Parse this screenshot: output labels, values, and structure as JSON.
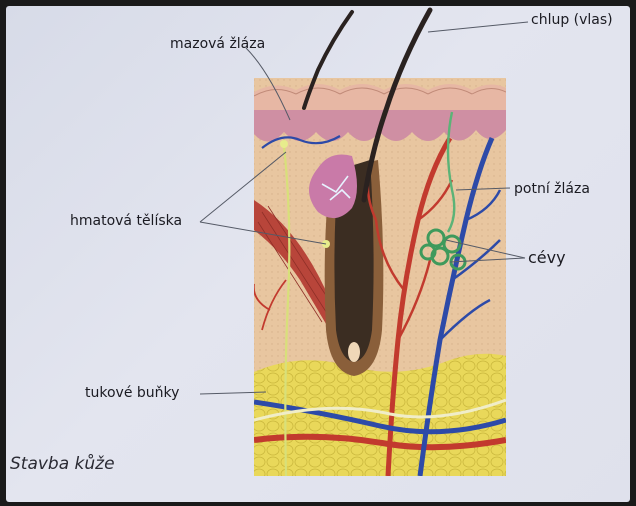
{
  "labels": {
    "hair": "chlup (vlas)",
    "sebaceous_gland": "mazová žláza",
    "sweat_gland": "potní žláza",
    "touch_corpuscles": "hmatová tělíska",
    "vessels": "cévy",
    "fat_cells": "tukové buňky"
  },
  "caption": "Stavba kůže",
  "colors": {
    "background": "#dfe1ec",
    "epidermis": "#d79aa8",
    "dermis": "#e8c6a0",
    "fat": "#e9d85a",
    "artery": "#c23a2e",
    "vein": "#2d4aa8",
    "nerve": "#d8e07a",
    "muscle": "#b8453a",
    "hair": "#2a2220"
  }
}
